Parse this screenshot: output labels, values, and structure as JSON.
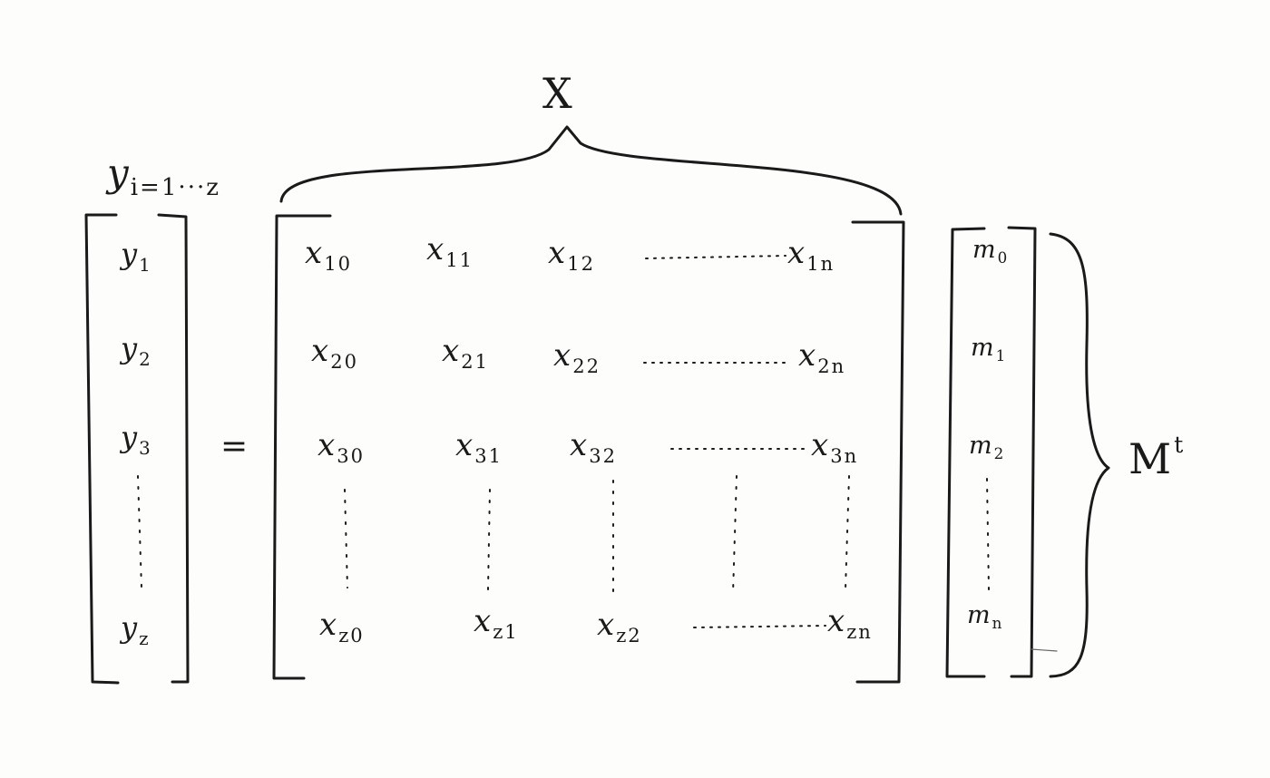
{
  "labels": {
    "x_label": "X",
    "m_label": "M",
    "m_label_sup": "t",
    "y_label": "y",
    "y_label_sub": "i=1···z",
    "equals": "="
  },
  "y_vector": [
    {
      "base": "y",
      "sub": "1"
    },
    {
      "base": "y",
      "sub": "2"
    },
    {
      "base": "y",
      "sub": "3"
    },
    {
      "base": "y",
      "sub": "z"
    }
  ],
  "x_matrix": {
    "row1": [
      {
        "base": "x",
        "sub": "10"
      },
      {
        "base": "x",
        "sub": "11"
      },
      {
        "base": "x",
        "sub": "12"
      },
      {
        "base": "x",
        "sub": "1n"
      }
    ],
    "row2": [
      {
        "base": "x",
        "sub": "20"
      },
      {
        "base": "x",
        "sub": "21"
      },
      {
        "base": "x",
        "sub": "22"
      },
      {
        "base": "x",
        "sub": "2n"
      }
    ],
    "row3": [
      {
        "base": "x",
        "sub": "30"
      },
      {
        "base": "x",
        "sub": "31"
      },
      {
        "base": "x",
        "sub": "32"
      },
      {
        "base": "x",
        "sub": "3n"
      }
    ],
    "rowz": [
      {
        "base": "x",
        "sub": "z0"
      },
      {
        "base": "x",
        "sub": "z1"
      },
      {
        "base": "x",
        "sub": "z2"
      },
      {
        "base": "x",
        "sub": "zn"
      }
    ]
  },
  "m_vector": [
    {
      "base": "m",
      "sub": "0"
    },
    {
      "base": "m",
      "sub": "1"
    },
    {
      "base": "m",
      "sub": "2"
    },
    {
      "base": "m",
      "sub": "n"
    }
  ]
}
